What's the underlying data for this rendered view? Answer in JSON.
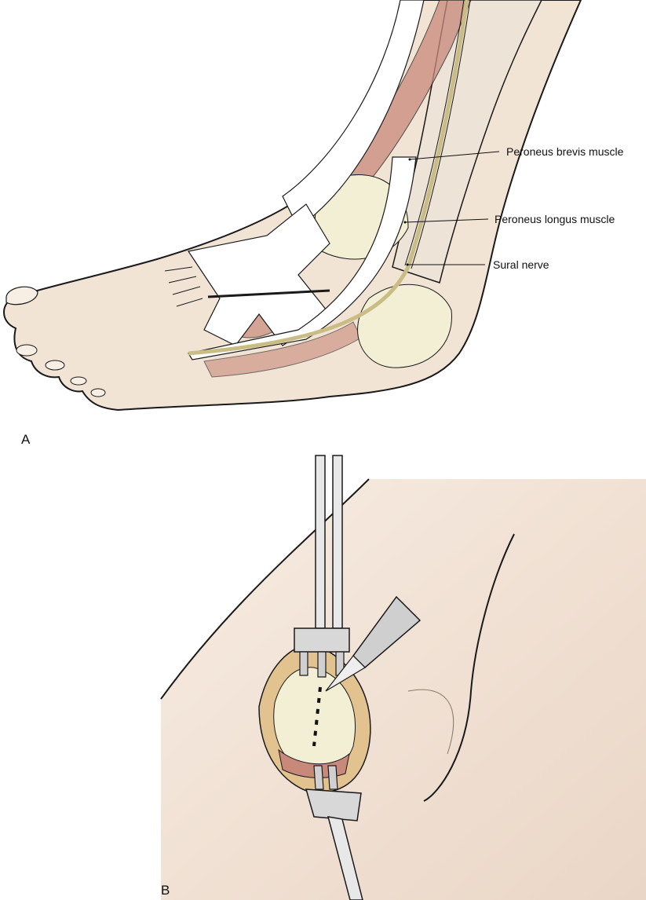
{
  "figure": {
    "panel_a": {
      "letter": "A",
      "labels": [
        {
          "text": "Peroneus brevis muscle"
        },
        {
          "text": "Peroneus longus muscle"
        },
        {
          "text": "Sural nerve"
        }
      ]
    },
    "panel_b": {
      "letter": "B"
    }
  },
  "colors": {
    "skin": "#f2e4d4",
    "muscle": "#c8897b",
    "bone": "#f3efd5",
    "nerve": "#c9bd85",
    "tendon": "#ffffff",
    "outline": "#1a1a1a"
  }
}
